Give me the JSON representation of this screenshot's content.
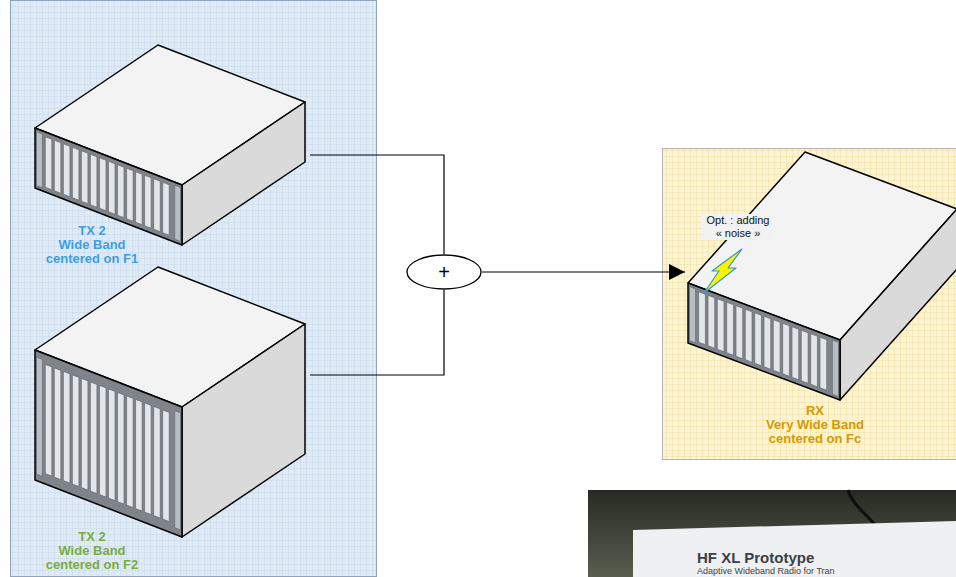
{
  "diagram": {
    "nodes": [
      {
        "text": [
          "TX 2",
          "Wide Band centered on F1"
        ]
      },
      {
        "text": [
          "TX 2",
          "Wide Band centered on F2"
        ]
      },
      {
        "text": [
          "+"
        ]
      },
      {
        "text": [
          "RX",
          "Very Wide Band centered on Fc"
        ]
      }
    ],
    "edges": [
      {
        "from": 0,
        "to": 2,
        "arrow": "none"
      },
      {
        "from": 1,
        "to": 2,
        "arrow": "none"
      },
      {
        "from": 2,
        "to": 3,
        "arrow": "to"
      }
    ],
    "labels": [
      "Opt. : adding « noise »",
      "HF XL Prototype",
      "Adaptive Wideband Radio for Tran"
    ]
  }
}
